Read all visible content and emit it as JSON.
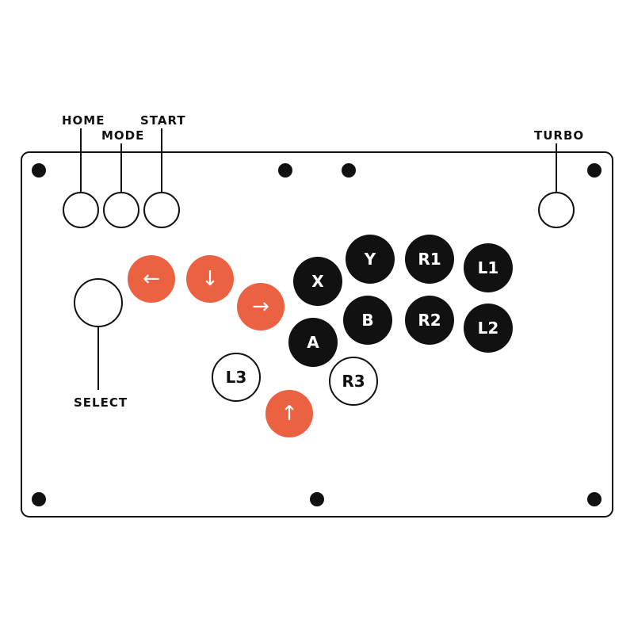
{
  "colors": {
    "ink": "#111111",
    "accent": "#ea6241",
    "panel": "#ffffff",
    "light_text": "#ffffff"
  },
  "labels": {
    "home": "HOME",
    "mode": "MODE",
    "start": "START",
    "turbo": "TURBO",
    "select": "SELECT"
  },
  "buttons": {
    "left": "←",
    "down": "↓",
    "right": "→",
    "up": "↑",
    "x": "X",
    "y": "Y",
    "r1": "R1",
    "l1": "L1",
    "a": "A",
    "b": "B",
    "r2": "R2",
    "l2": "L2",
    "l3": "L3",
    "r3": "R3"
  }
}
